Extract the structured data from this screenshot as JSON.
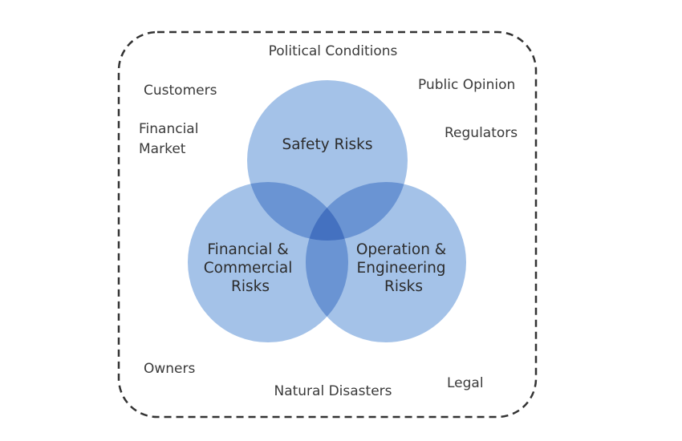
{
  "diagram": {
    "outer_factors": {
      "political_conditions": "Political Conditions",
      "customers": "Customers",
      "public_opinion": "Public Opinion",
      "financial_market": [
        "Financial",
        "Market"
      ],
      "regulators": "Regulators",
      "owners": "Owners",
      "natural_disasters": "Natural Disasters",
      "legal": "Legal"
    },
    "risk_circles": {
      "safety": [
        "Safety Risks"
      ],
      "financial_commercial": [
        "Financial &",
        "Commercial",
        "Risks"
      ],
      "operation_engineering": [
        "Operation &",
        "Engineering",
        "Risks"
      ]
    },
    "colors": {
      "circle_fill": "#a4c2e8",
      "circle_outline": "#ffffff",
      "border_dash": "#333333",
      "text": "#333333"
    }
  }
}
